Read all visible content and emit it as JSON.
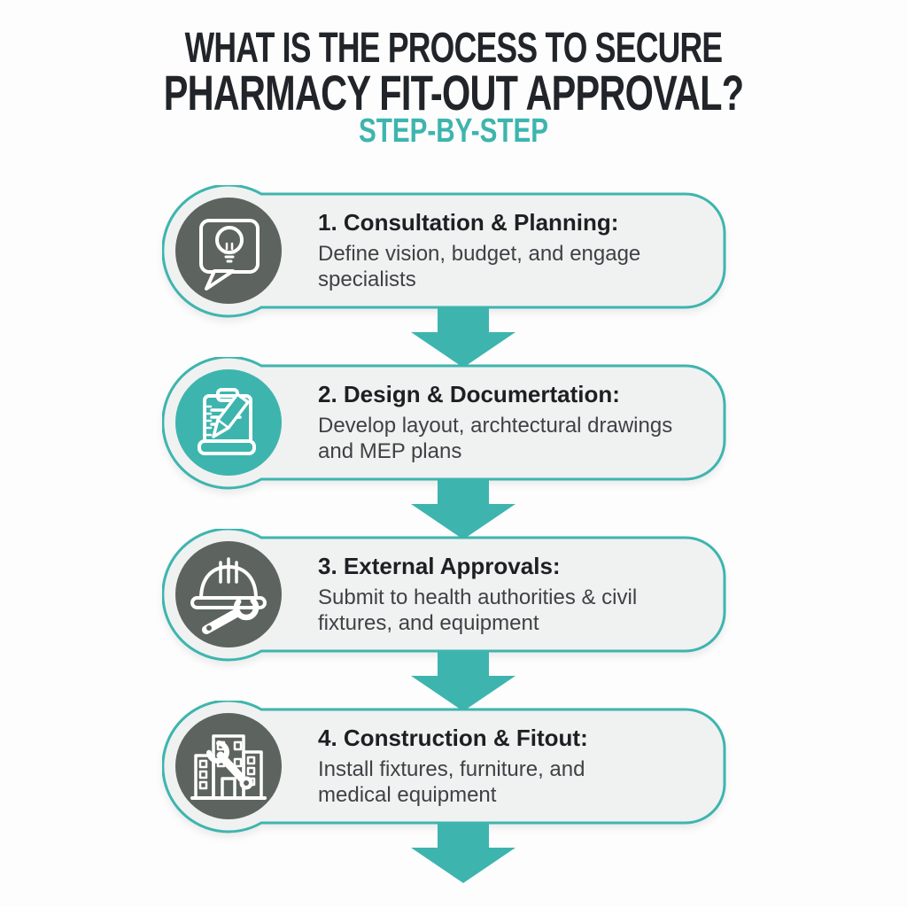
{
  "header": {
    "title_line1": "WHAT IS THE PROCESS TO SECURE",
    "title_line2": "PHARMACY FIT-OUT APPROVAL?",
    "subtitle": "STEP-BY-STEP"
  },
  "steps": [
    {
      "title": "1. Consultation & Planning:",
      "description": "Define vision, budget, and engage\nspecialists",
      "icon": "speech-bubble-lightbulb-icon",
      "circle_color": "#5d645f"
    },
    {
      "title": "2. Design & Documertation:",
      "description": "Develop layout, archtectural drawings\nand MEP plans",
      "icon": "clipboard-pencil-icon",
      "circle_color": "#3db5ae"
    },
    {
      "title": "3. External Approvals:",
      "description": "Submit to health authorities & civil\nfixtures, and equipment",
      "icon": "hardhat-wrench-icon",
      "circle_color": "#5d645f"
    },
    {
      "title": "4. Construction & Fitout:",
      "description": "Install fixtures, furniture, and\nmedical equipment",
      "icon": "buildings-wrench-icon",
      "circle_color": "#5d645f"
    }
  ],
  "colors": {
    "accent_teal": "#3db5ae",
    "card_background": "#f0f1f1",
    "dark_circle": "#5d645f",
    "title_text": "#212429",
    "body_text": "#3e4245",
    "page_background": "#fdfdfd"
  }
}
